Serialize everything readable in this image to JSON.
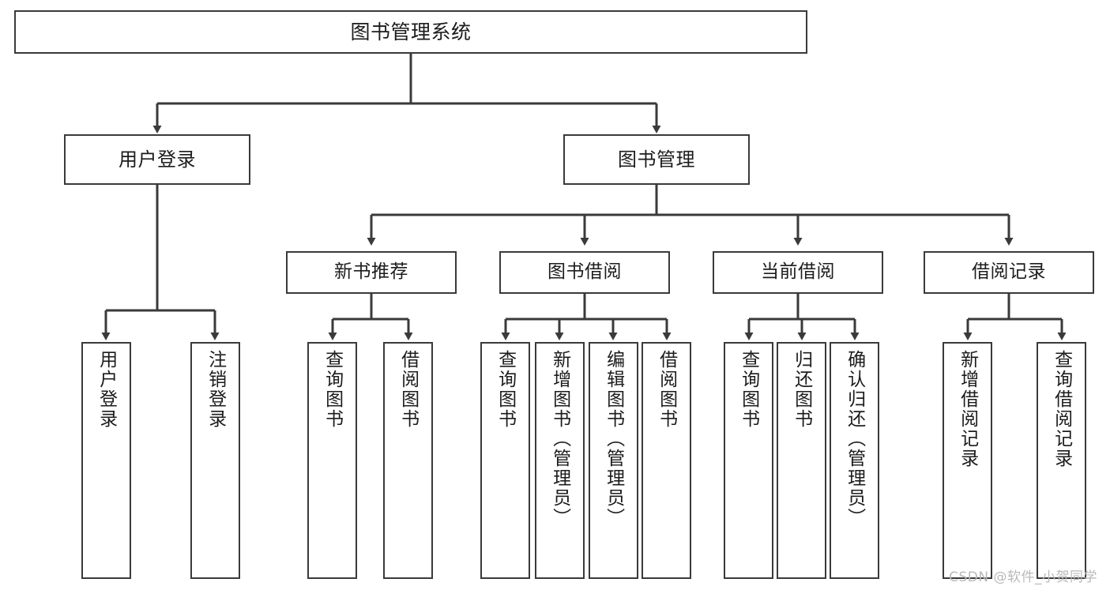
{
  "diagram": {
    "title": "图书管理系统",
    "type": "tree-hierarchy-chart",
    "root": {
      "label": "图书管理系统"
    },
    "level2": [
      {
        "label": "用户登录"
      },
      {
        "label": "图书管理"
      }
    ],
    "level3": [
      {
        "label": "新书推荐"
      },
      {
        "label": "图书借阅"
      },
      {
        "label": "当前借阅"
      },
      {
        "label": "借阅记录"
      }
    ],
    "leaves": {
      "user_login": [
        {
          "label": "用户登录"
        },
        {
          "label": "注销登录"
        }
      ],
      "new_book_recommend": [
        {
          "label": "查询图书"
        },
        {
          "label": "借阅图书"
        }
      ],
      "book_borrow": [
        {
          "label": "查询图书"
        },
        {
          "label": "新增图书（管理员）"
        },
        {
          "label": "编辑图书（管理员）"
        },
        {
          "label": "借阅图书"
        }
      ],
      "current_borrow": [
        {
          "label": "查询图书"
        },
        {
          "label": "归还图书"
        },
        {
          "label": "确认归还（管理员）"
        }
      ],
      "borrow_record": [
        {
          "label": "新增借阅记录"
        },
        {
          "label": "查询借阅记录"
        }
      ]
    }
  },
  "watermark": {
    "text": "CSDN @软件_小贺同学"
  },
  "colors": {
    "background": "#ffffff",
    "box_fill": "#ffffff",
    "box_stroke": "#3a3a3a",
    "connector": "#3a3a3a",
    "text": "#1c1c1c",
    "watermark": "#b9b9b9"
  }
}
